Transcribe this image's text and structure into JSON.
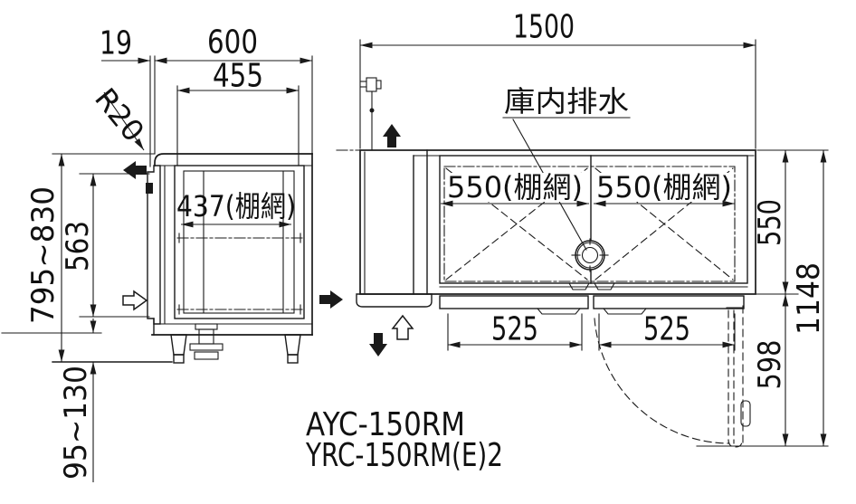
{
  "page": {
    "background": "#ffffff",
    "line_color": "#1a1a1a"
  },
  "models": {
    "line1": "AYC-150RM",
    "line2": "YRC-150RM(E)2"
  },
  "side_view": {
    "dim_door_front_gap": "19",
    "dim_depth": "600",
    "dim_opening_depth": "455",
    "corner_radius": "R20",
    "dim_shelf_depth": "437(棚網)",
    "dim_total_height": "795~830",
    "dim_door_height": "563",
    "dim_leg_height": "95~130"
  },
  "top_view": {
    "dim_total_width": "1500",
    "drain_label": "庫内排水",
    "dim_shelf_width_left": "550(棚網)",
    "dim_shelf_width_right": "550(棚網)",
    "dim_door_width_left": "525",
    "dim_door_width_right": "525",
    "dim_depth": "550",
    "dim_door_open_depth": "598",
    "dim_total_depth_door_open": "1148"
  }
}
